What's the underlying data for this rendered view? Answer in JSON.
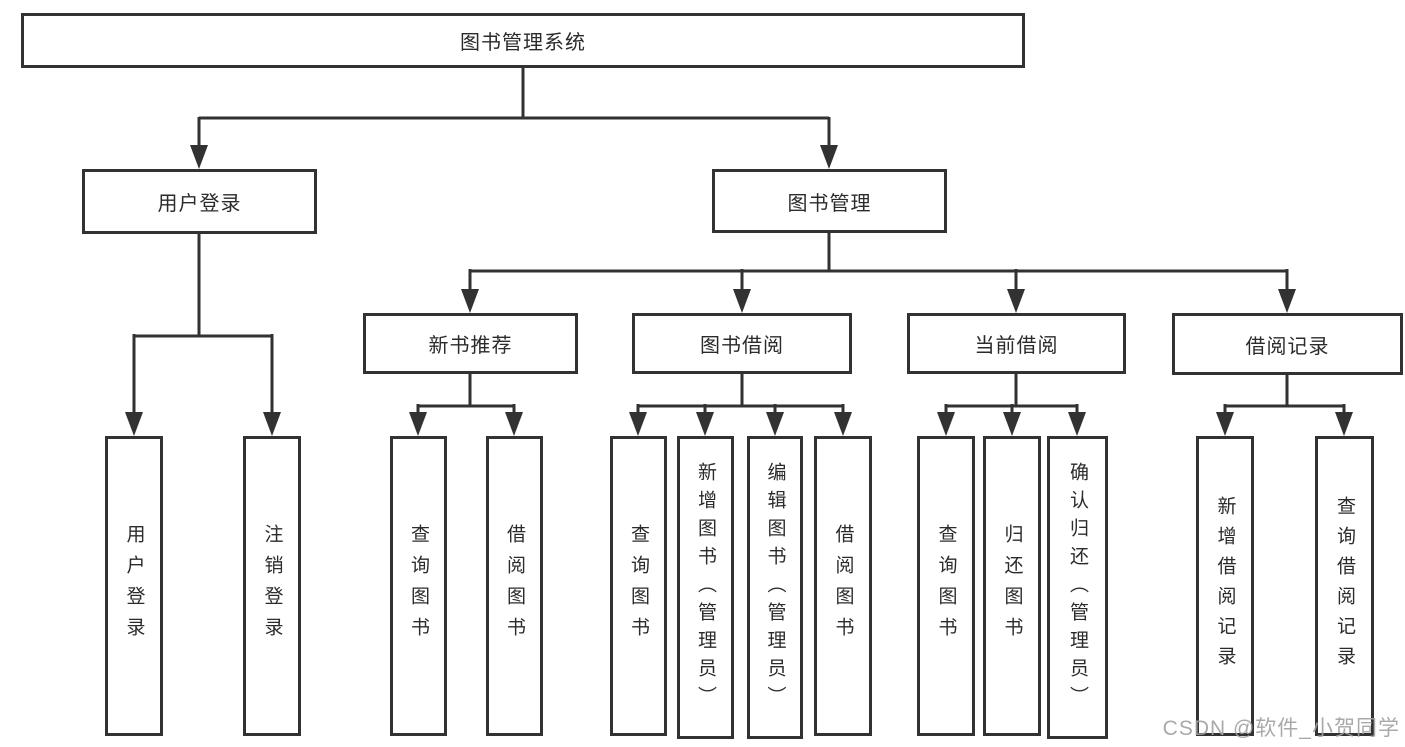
{
  "diagram": {
    "type": "hierarchy-tree",
    "root": {
      "label": "图书管理系统",
      "children": [
        {
          "label": "用户登录",
          "children": [
            {
              "label": "用户登录"
            },
            {
              "label": "注销登录"
            }
          ]
        },
        {
          "label": "图书管理",
          "children": [
            {
              "label": "新书推荐",
              "children": [
                {
                  "label": "查询图书"
                },
                {
                  "label": "借阅图书"
                }
              ]
            },
            {
              "label": "图书借阅",
              "children": [
                {
                  "label": "查询图书"
                },
                {
                  "label": "新增图书（管理员）"
                },
                {
                  "label": "编辑图书（管理员）"
                },
                {
                  "label": "借阅图书"
                }
              ]
            },
            {
              "label": "当前借阅",
              "children": [
                {
                  "label": "查询图书"
                },
                {
                  "label": "归还图书"
                },
                {
                  "label": "确认归还（管理员）"
                }
              ]
            },
            {
              "label": "借阅记录",
              "children": [
                {
                  "label": "新增借阅记录"
                },
                {
                  "label": "查询借阅记录"
                }
              ]
            }
          ]
        }
      ]
    },
    "colors": {
      "line": "#323232",
      "text": "#2b2b2b",
      "background": "#ffffff",
      "watermark": "#a0a0a0"
    }
  },
  "watermark": {
    "text": "CSDN @软件_小贺同学"
  }
}
